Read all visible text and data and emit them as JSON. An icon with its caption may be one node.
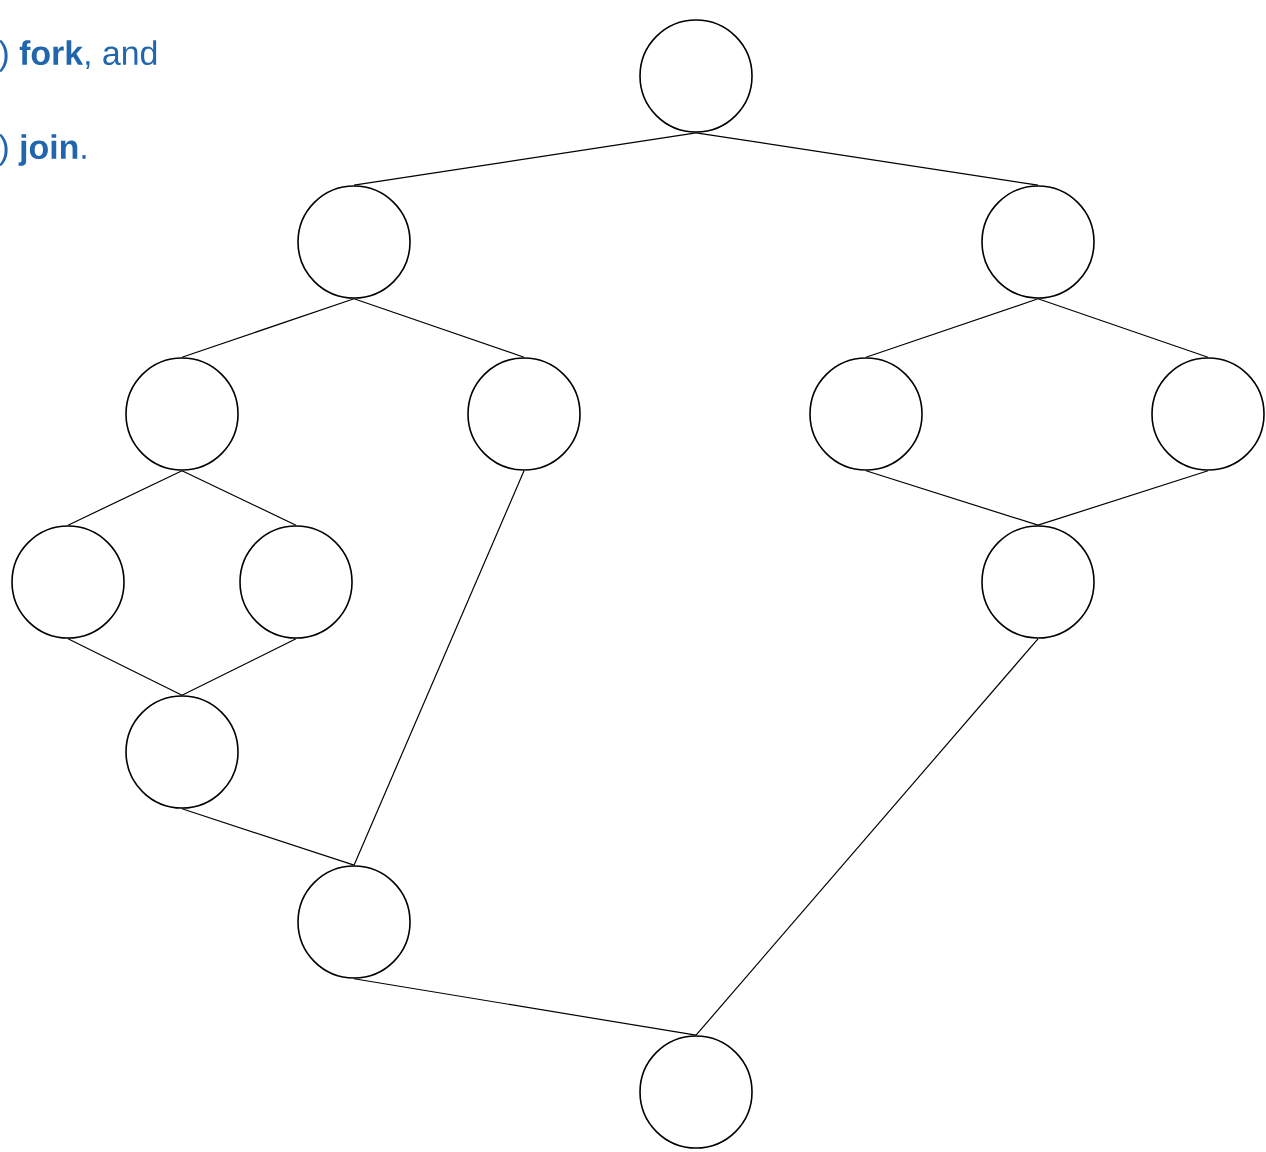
{
  "diagram": {
    "nodes": [
      {
        "text": [],
        "shape": "circle"
      },
      {
        "text": [],
        "shape": "circle"
      },
      {
        "text": [],
        "shape": "circle"
      },
      {
        "text": [],
        "shape": "circle"
      },
      {
        "text": [],
        "shape": "circle"
      },
      {
        "text": [],
        "shape": "circle"
      },
      {
        "text": [],
        "shape": "circle"
      },
      {
        "text": [],
        "shape": "circle"
      },
      {
        "text": [],
        "shape": "circle"
      },
      {
        "text": [],
        "shape": "circle"
      },
      {
        "text": [],
        "shape": "circle"
      },
      {
        "text": [],
        "shape": "circle"
      },
      {
        "text": [],
        "shape": "circle"
      }
    ],
    "edges": [
      {
        "from": 0,
        "to": 1,
        "arrow": "none"
      },
      {
        "from": 0,
        "to": 2,
        "arrow": "none"
      },
      {
        "from": 1,
        "to": 3,
        "arrow": "none"
      },
      {
        "from": 1,
        "to": 4,
        "arrow": "none"
      },
      {
        "from": 3,
        "to": 7,
        "arrow": "none"
      },
      {
        "from": 3,
        "to": 8,
        "arrow": "none"
      },
      {
        "from": 7,
        "to": 10,
        "arrow": "none"
      },
      {
        "from": 8,
        "to": 10,
        "arrow": "none"
      },
      {
        "from": 10,
        "to": 11,
        "arrow": "none"
      },
      {
        "from": 4,
        "to": 11,
        "arrow": "none"
      },
      {
        "from": 2,
        "to": 5,
        "arrow": "none"
      },
      {
        "from": 2,
        "to": 6,
        "arrow": "none"
      },
      {
        "from": 5,
        "to": 9,
        "arrow": "none"
      },
      {
        "from": 6,
        "to": 9,
        "arrow": "none"
      },
      {
        "from": 9,
        "to": 12,
        "arrow": "none"
      },
      {
        "from": 11,
        "to": 12,
        "arrow": "none"
      }
    ],
    "labels": [
      ") **fork**, and",
      ") **join**."
    ]
  }
}
